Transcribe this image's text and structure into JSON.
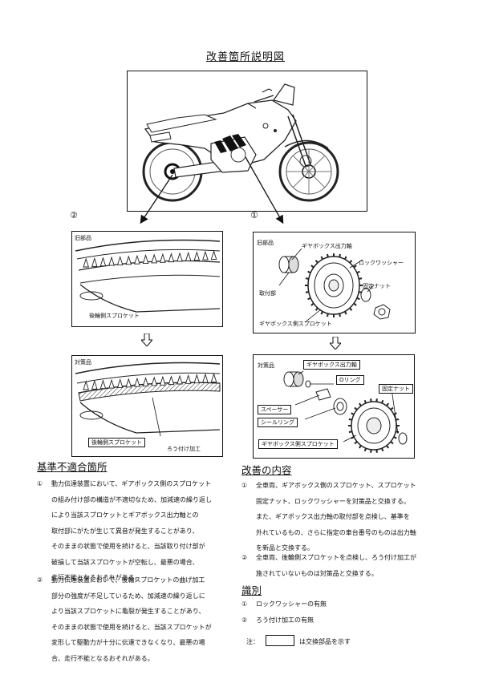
{
  "title": "改善箇所説明図",
  "markers": {
    "left": "②",
    "right": "①"
  },
  "panels": {
    "left_old": {
      "label": "旧部品",
      "part": "後輪側スプロケット"
    },
    "left_new": {
      "label": "対策品",
      "part": "後輪側スプロケット",
      "note": "ろう付け加工"
    },
    "right_old": {
      "label": "旧部品",
      "parts": [
        "ギヤボックス出力軸",
        "ロックワッシャー",
        "取付部",
        "固定ナット",
        "ギヤボックス側スプロケット"
      ]
    },
    "right_new": {
      "label": "対策品",
      "parts": [
        "ギヤボックス出力軸",
        "Oリング",
        "固定ナット",
        "スペーサー",
        "シールリング",
        "ギヤボックス側スプロケット"
      ]
    }
  },
  "nonconformity": {
    "heading": "基準不適合箇所",
    "items": [
      {
        "num": "①",
        "lines": [
          "動力伝達装置において、ギアボックス側のスプロケット",
          "の組み付け部の構造が不適切なため、加減速の繰り返し",
          "により当該スプロケットとギアボックス出力軸との",
          "取付部にがたが生じて異音が発生することがあり、",
          "そのままの状態で使用を続けると、当該取り付け部が",
          "破損して当該スプロケットが空転し、最悪の場合、",
          "走行不能となるおそれがある。"
        ]
      },
      {
        "num": "②",
        "lines": [
          "動力伝達装置において、後輪スプロケットの曲げ加工",
          "部分の強度が不足しているため、加減速の繰り返しに",
          "より当該スプロケットに亀裂が発生することがあり、",
          "そのままの状態で使用を続けると、当該スプロケットが",
          "変形して駆動力が十分に伝達できなくなり、最悪の場",
          "合、走行不能となるおそれがある。"
        ]
      }
    ]
  },
  "improvement": {
    "heading": "改善の内容",
    "items": [
      {
        "num": "①",
        "lines": [
          "全車両、ギアボックス側のスプロケット、スプロケット",
          "固定ナット、ロックワッシャーを対策品と交換する。",
          "また、ギアボックス出力軸の取付部を点検し、基準を",
          "外れているもの、さらに指定の車台番号のものは出力軸",
          "を新品と交換する。"
        ]
      },
      {
        "num": "②",
        "lines": [
          "全車両、後輪側スプロケットを点検し、ろう付け加工が",
          "施されていないものは対策品と交換する。"
        ]
      }
    ]
  },
  "identification": {
    "heading": "識別",
    "items": [
      {
        "num": "①",
        "text": "ロックワッシャーの有無"
      },
      {
        "num": "②",
        "text": "ろう付け加工の有無"
      }
    ]
  },
  "note": {
    "prefix": "注：",
    "text": "は交換部品を示す"
  }
}
